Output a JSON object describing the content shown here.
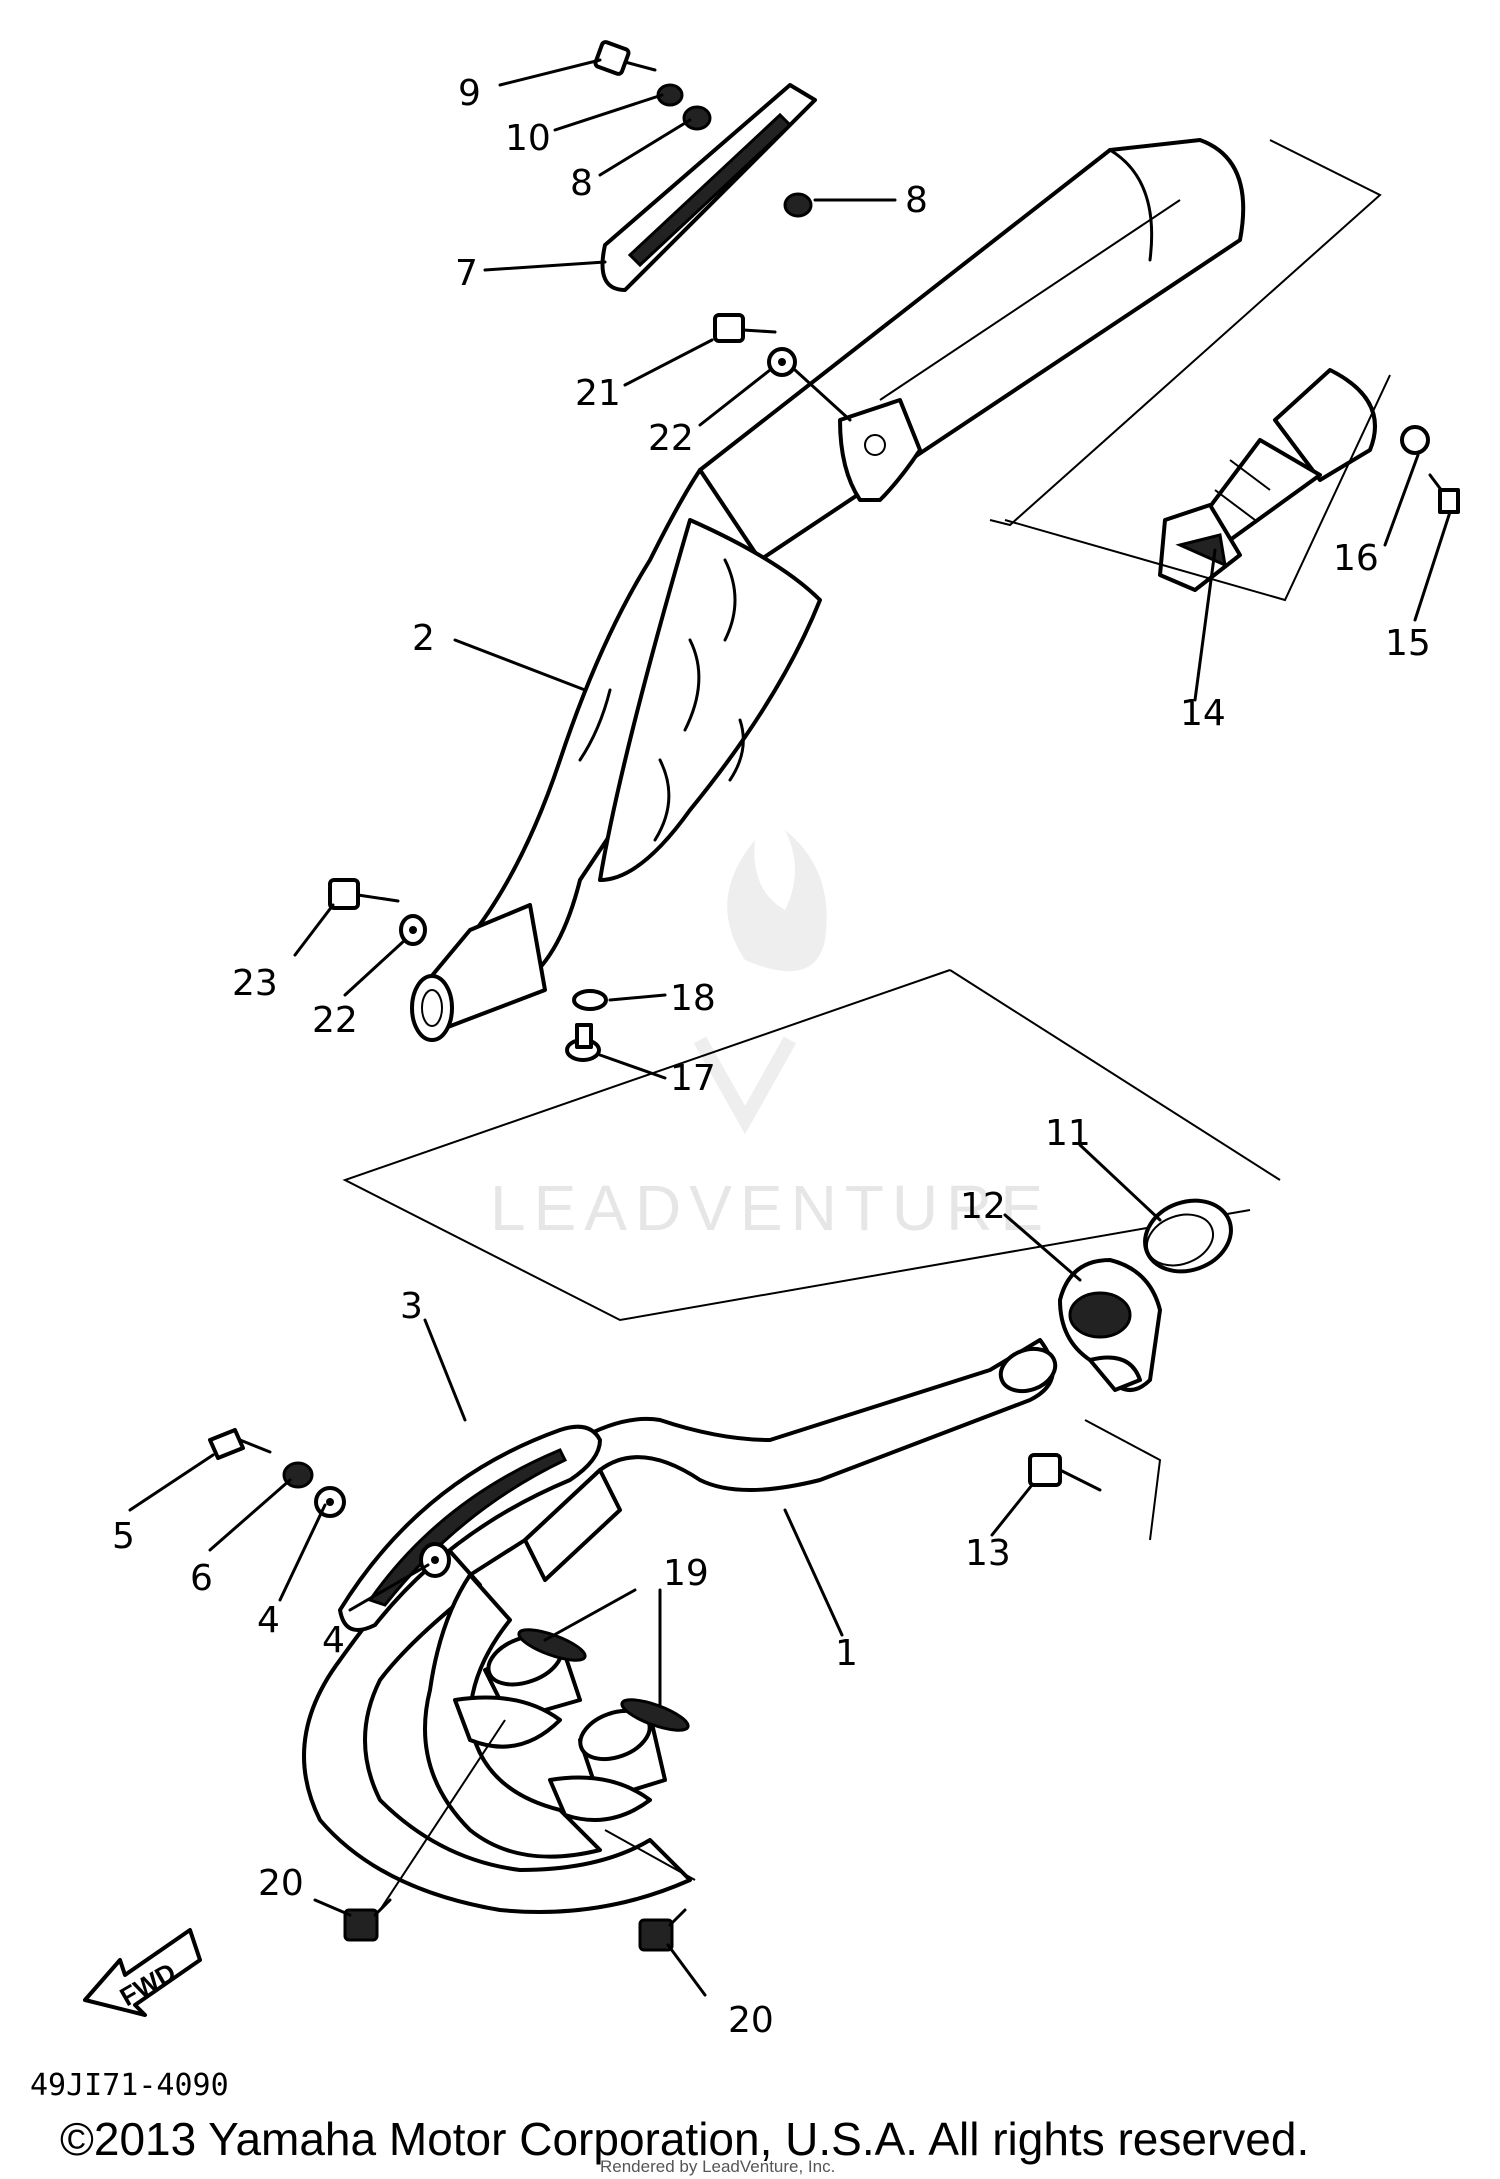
{
  "diagram": {
    "callouts": [
      "1",
      "2",
      "3",
      "4",
      "4",
      "5",
      "6",
      "7",
      "8",
      "8",
      "9",
      "10",
      "11",
      "12",
      "13",
      "14",
      "15",
      "16",
      "17",
      "18",
      "19",
      "20",
      "20",
      "21",
      "22",
      "22",
      "23"
    ],
    "drawing_code": "49JI71-4090",
    "fwd_label": "FWD",
    "watermark": "LEADVENTURE",
    "copyright": "©2013 Yamaha Motor Corporation, U.S.A. All rights reserved.",
    "rendered_by": "Rendered by LeadVenture, Inc."
  }
}
